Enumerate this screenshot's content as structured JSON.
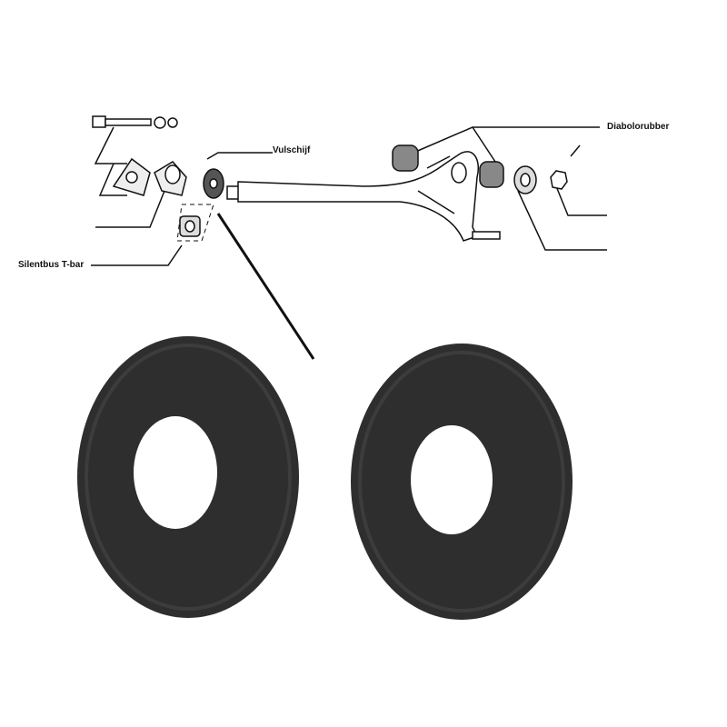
{
  "labels": {
    "diabolorubber": "Diabolorubber",
    "vulschijf": "Vulschijf",
    "silentbus": "Silentbus T-bar"
  },
  "colors": {
    "rubber": "#2e2e2e",
    "line": "#111111"
  }
}
